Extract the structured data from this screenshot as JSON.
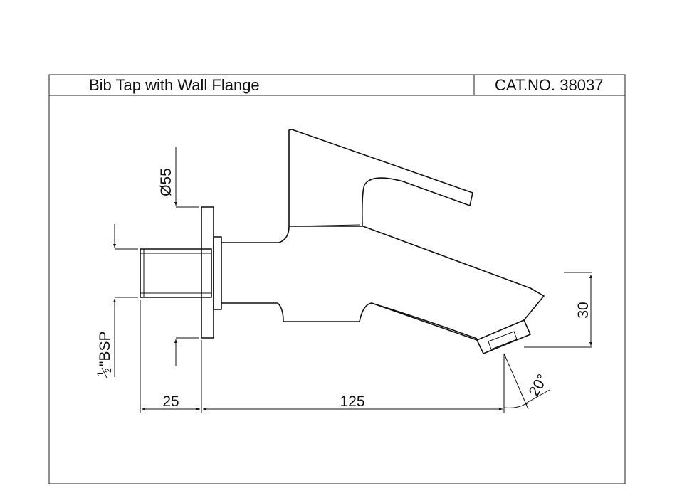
{
  "title_block": {
    "product_name": "Bib Tap with Wall Flange",
    "catalog_number": "CAT.NO. 38037"
  },
  "dimensions": {
    "flange_diameter": "Ø55",
    "thread_size_main": "\"BSP",
    "thread_frac_num": "1",
    "thread_frac_den": "2",
    "spout_height": "30",
    "thread_length": "25",
    "spout_reach": "125",
    "outlet_angle": "20°"
  }
}
